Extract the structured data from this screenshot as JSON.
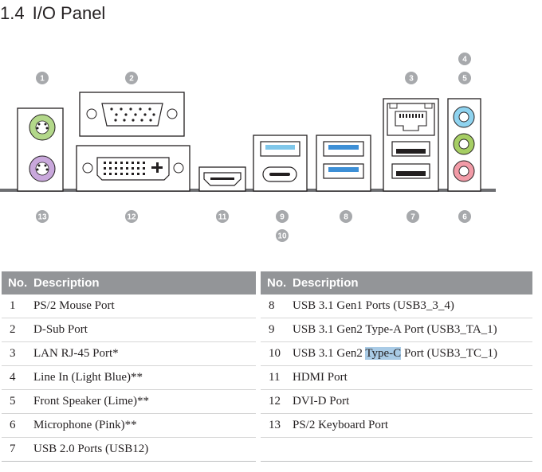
{
  "section": {
    "number": "1.4",
    "title": "I/O Panel"
  },
  "callouts": [
    "1",
    "2",
    "3",
    "4",
    "5",
    "6",
    "7",
    "8",
    "9",
    "10",
    "11",
    "12",
    "13"
  ],
  "table_left": {
    "headers": {
      "no": "No.",
      "desc": "Description"
    },
    "rows": [
      {
        "no": "1",
        "desc": "PS/2 Mouse Port"
      },
      {
        "no": "2",
        "desc": "D-Sub Port"
      },
      {
        "no": "3",
        "desc": "LAN RJ-45 Port*"
      },
      {
        "no": "4",
        "desc": "Line In (Light Blue)**"
      },
      {
        "no": "5",
        "desc": "Front Speaker (Lime)**"
      },
      {
        "no": "6",
        "desc": "Microphone (Pink)**"
      },
      {
        "no": "7",
        "desc": "USB 2.0 Ports (USB12)"
      }
    ]
  },
  "table_right": {
    "headers": {
      "no": "No.",
      "desc": "Description"
    },
    "rows": [
      {
        "no": "8",
        "desc": "USB 3.1 Gen1 Ports (USB3_3_4)"
      },
      {
        "no": "9",
        "desc": "USB 3.1 Gen2 Type-A Port (USB3_TA_1)"
      },
      {
        "no": "10",
        "desc_before": "USB 3.1 Gen2 ",
        "desc_highlight": "Type-C",
        "desc_after": " Port (USB3_TC_1)"
      },
      {
        "no": "11",
        "desc": "HDMI Port"
      },
      {
        "no": "12",
        "desc": "DVI-D Port"
      },
      {
        "no": "13",
        "desc": "PS/2 Keyboard Port"
      },
      {
        "no": "",
        "desc": ""
      }
    ]
  },
  "colors": {
    "text": "#231f20",
    "header_bg": "#939598",
    "callout_bg": "#a7a9ac",
    "ps2_mouse": "#b3d88a",
    "ps2_keyboard": "#c9a8dc",
    "usb3_blue": "#3d8fd6",
    "usb31_gen2": "#7fc7ea",
    "line_in": "#8fd3ef",
    "speaker": "#a6ce64",
    "microphone": "#f29ba7",
    "highlight": "#a9cbe6"
  }
}
